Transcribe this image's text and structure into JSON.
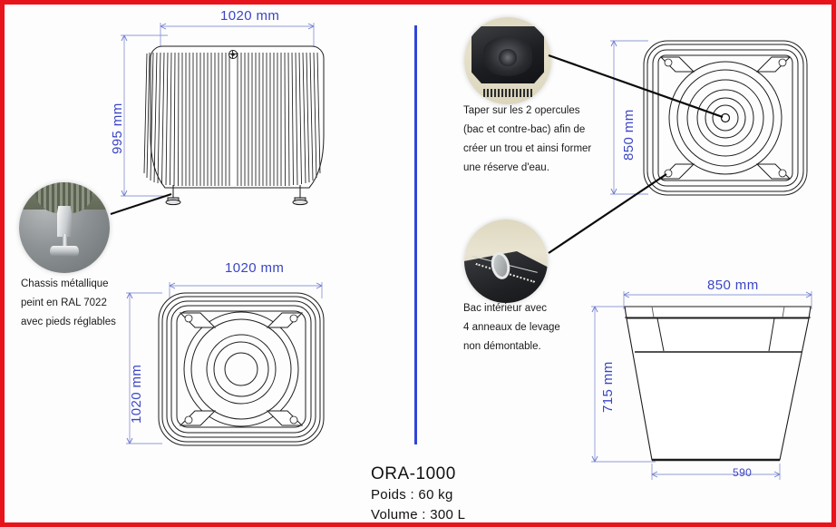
{
  "document": {
    "border_color": "#e8141b",
    "background": "#ffffff",
    "divider_color": "#2f45d8",
    "dimension_color": "#3b46c4",
    "line_color": "#1b1b1b"
  },
  "front_view": {
    "name": "front-elevation",
    "width_dim": "1020 mm",
    "height_dim": "995 mm"
  },
  "top_view": {
    "name": "top-plan",
    "width_dim": "1020 mm",
    "height_dim": "1020 mm"
  },
  "inner_top_view": {
    "name": "inner-tub-plan",
    "height_dim": "850 mm"
  },
  "section_view": {
    "name": "inner-tub-section",
    "top_dim": "850 mm",
    "height_dim": "715 mm",
    "bottom_dim": "590"
  },
  "callouts": [
    {
      "id": "chassis",
      "icon": "foot-photo-icon",
      "lines": [
        "Chassis métallique",
        "peint en RAL 7022",
        "avec pieds réglables"
      ]
    },
    {
      "id": "opercule",
      "icon": "opercule-photo-icon",
      "lines": [
        "Taper sur les 2 opercules",
        "(bac et contre-bac) afin de",
        "créer un trou et ainsi former",
        "une réserve d'eau."
      ]
    },
    {
      "id": "lifting-ring",
      "icon": "lifting-ring-photo-icon",
      "lines": [
        "Bac intérieur avec",
        "4 anneaux de levage",
        "non démontable."
      ]
    }
  ],
  "spec": {
    "model": "ORA-1000",
    "weight": "Poids : 60 kg",
    "volume": "Volume : 300 L"
  }
}
